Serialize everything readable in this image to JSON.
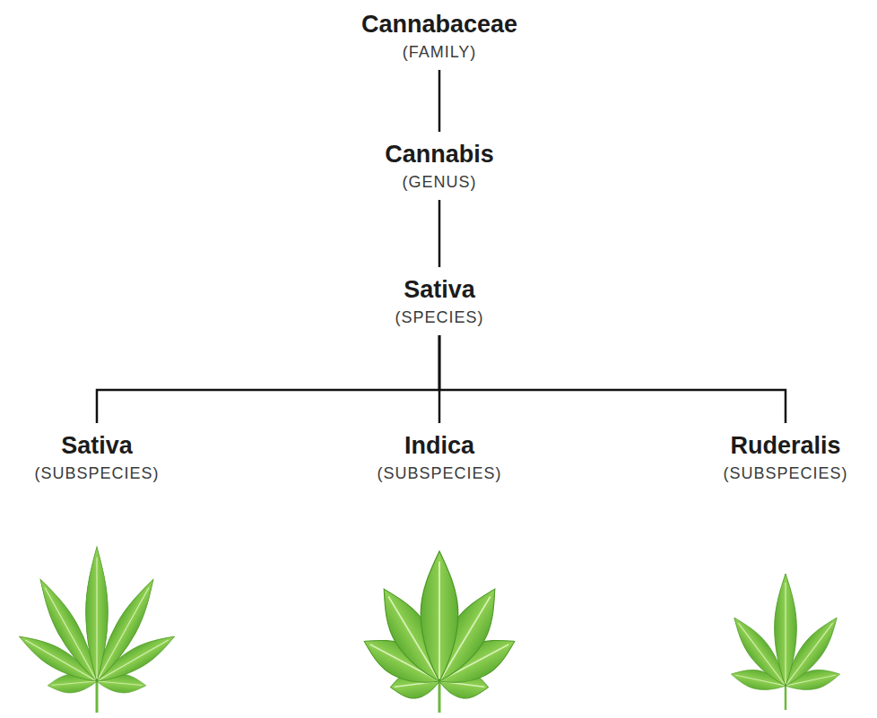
{
  "diagram": {
    "nodes": [
      {
        "text": [
          "Cannabaceae",
          "(FAMILY)"
        ]
      },
      {
        "text": [
          "Cannabis",
          "(GENUS)"
        ]
      },
      {
        "text": [
          "Sativa",
          "(SPECIES)"
        ]
      },
      {
        "text": [
          "Sativa",
          "(SUBSPECIES)"
        ]
      },
      {
        "text": [
          "Indica",
          "(SUBSPECIES)"
        ]
      },
      {
        "text": [
          "Ruderalis",
          "(SUBSPECIES)"
        ]
      }
    ],
    "edges": [
      {
        "from": 0,
        "to": 1,
        "arrow": "none"
      },
      {
        "from": 1,
        "to": 2,
        "arrow": "none"
      },
      {
        "from": 2,
        "to": 3,
        "arrow": "none"
      },
      {
        "from": 2,
        "to": 4,
        "arrow": "none"
      },
      {
        "from": 2,
        "to": 5,
        "arrow": "none"
      }
    ]
  }
}
